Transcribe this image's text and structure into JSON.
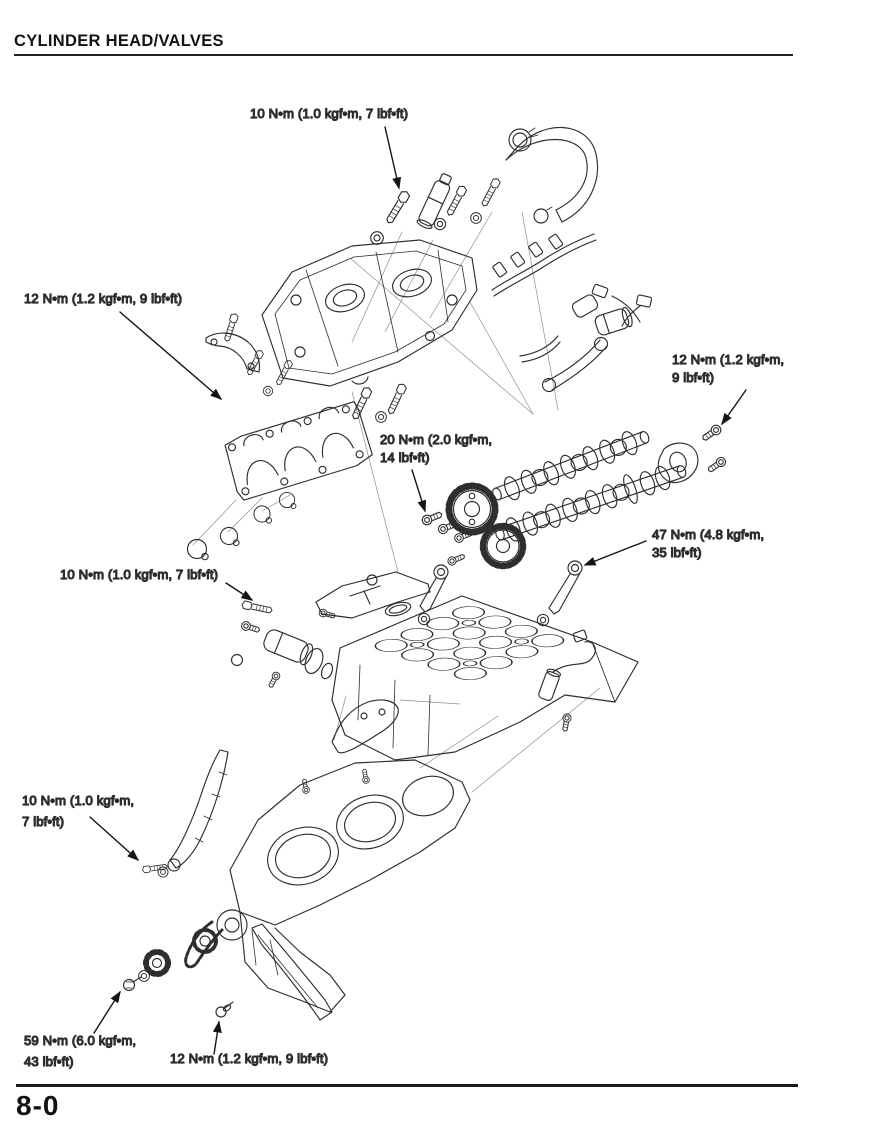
{
  "page": {
    "title": "CYLINDER HEAD/VALVES",
    "page_number": "8-0"
  },
  "callouts": [
    {
      "id": "valve-cover-bolts",
      "lines": [
        "10 N•m (1.0 kgf•m, 7 lbf•ft)"
      ]
    },
    {
      "id": "cam-holder-bolts",
      "lines": [
        "12 N•m (1.2 kgf•m, 9 lbf•ft)"
      ]
    },
    {
      "id": "cam-end-holder-bolts",
      "lines": [
        "12 N•m (1.2 kgf•m,",
        "9 lbf•ft)"
      ]
    },
    {
      "id": "cam-sprocket-bolts",
      "lines": [
        "20 N•m (2.0 kgf•m,",
        "14 lbf•ft)"
      ]
    },
    {
      "id": "cylinder-head-bolts",
      "lines": [
        "47 N•m (4.8 kgf•m,",
        "35 lbf•ft)"
      ]
    },
    {
      "id": "tensioner-lifter-bolts",
      "lines": [
        "10 N•m (1.0 kgf•m, 7 lbf•ft)"
      ]
    },
    {
      "id": "chain-tensioner-pivot-bolt",
      "lines": [
        "10 N•m (1.0 kgf•m,",
        "7 lbf•ft)"
      ]
    },
    {
      "id": "crank-sprocket-bolt",
      "lines": [
        "59 N•m (6.0 kgf•m,",
        "43 lbf•ft)"
      ]
    },
    {
      "id": "chain-guide-bolt",
      "lines": [
        "12 N•m (1.2 kgf•m, 9 lbf•ft)"
      ]
    }
  ]
}
